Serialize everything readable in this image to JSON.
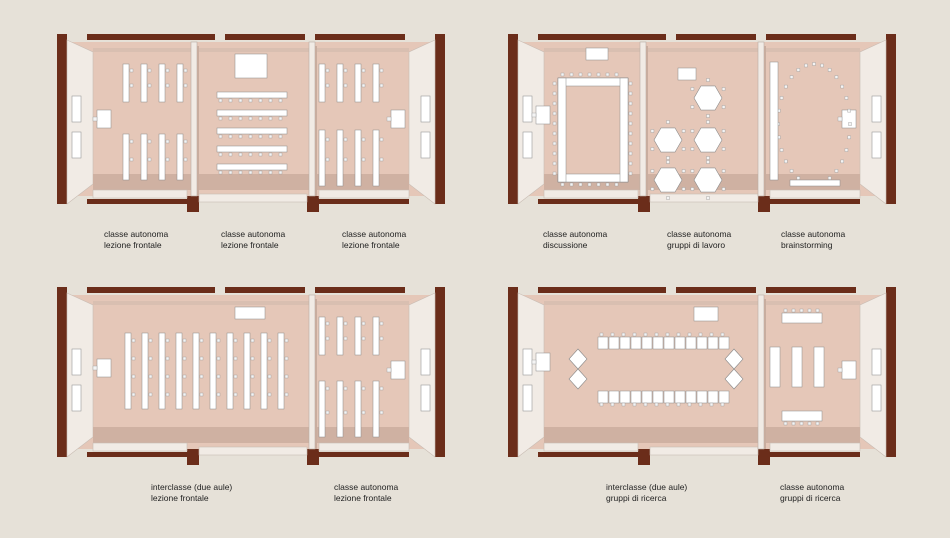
{
  "colors": {
    "background": "#e6e1d8",
    "wall": "#6b2d1a",
    "floor": "#e5c7b8",
    "floor_shadow": "#cfb1a2",
    "wall_face": "#f1ebe5",
    "furniture": "#ffffff",
    "furniture_stroke": "#8a8a8a"
  },
  "panels": [
    {
      "id": "top-left",
      "captions": [
        {
          "line1": "classe autonoma",
          "line2": "lezione frontale"
        },
        {
          "line1": "classe autonoma",
          "line2": "lezione frontale"
        },
        {
          "line1": "classe autonoma",
          "line2": "lezione frontale"
        }
      ]
    },
    {
      "id": "top-right",
      "captions": [
        {
          "line1": "classe autonoma",
          "line2": "discussione"
        },
        {
          "line1": "classe autonoma",
          "line2": "gruppi di lavoro"
        },
        {
          "line1": "classe autonoma",
          "line2": "brainstorming"
        }
      ]
    },
    {
      "id": "bottom-left",
      "captions": [
        {
          "line1": "interclasse (due aule)",
          "line2": "lezione frontale"
        },
        {
          "line1": "classe autonoma",
          "line2": "lezione frontale"
        }
      ]
    },
    {
      "id": "bottom-right",
      "captions": [
        {
          "line1": "interclasse (due aule)",
          "line2": "gruppi di ricerca"
        },
        {
          "line1": "classe autonoma",
          "line2": "gruppi di ricerca"
        }
      ]
    }
  ]
}
